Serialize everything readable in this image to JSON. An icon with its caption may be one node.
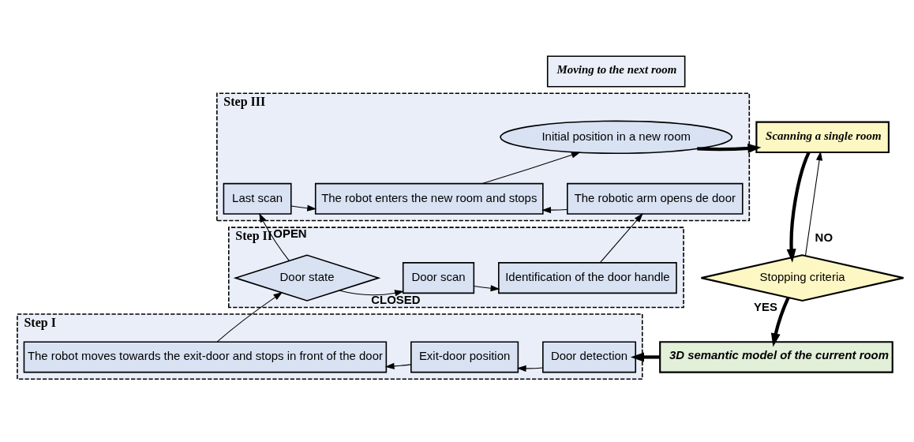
{
  "diagram": {
    "nodes": [
      {
        "text": [
          "Moving to the next room"
        ]
      },
      {
        "text": [
          "Step III"
        ]
      },
      {
        "text": [
          "Initial position in a new room"
        ],
        "in": 1
      },
      {
        "text": [
          "Last scan"
        ],
        "in": 1
      },
      {
        "text": [
          "The robot enters the new room and stops"
        ],
        "in": 1
      },
      {
        "text": [
          "The robotic arm opens de door"
        ],
        "in": 1
      },
      {
        "text": [
          "Step II"
        ]
      },
      {
        "text": [
          "Door state"
        ],
        "in": 6
      },
      {
        "text": [
          "Door scan"
        ],
        "in": 6
      },
      {
        "text": [
          "Identification of the door handle"
        ],
        "in": 6
      },
      {
        "text": [
          "Step I"
        ]
      },
      {
        "text": [
          "The robot moves towards the exit-door and stops in front of the door"
        ],
        "in": 10
      },
      {
        "text": [
          "Exit-door position"
        ],
        "in": 10
      },
      {
        "text": [
          "Door detection"
        ],
        "in": 10
      },
      {
        "text": [
          "Scanning a single room"
        ]
      },
      {
        "text": [
          "Stopping criteria"
        ]
      },
      {
        "text": [
          "3D semantic model of the current room"
        ]
      }
    ],
    "edges": [
      {
        "from": 2,
        "to": 14,
        "arrow": "to",
        "style": "thick"
      },
      {
        "from": 3,
        "to": 4,
        "arrow": "to"
      },
      {
        "from": 5,
        "to": 4,
        "arrow": "to"
      },
      {
        "from": 4,
        "to": 2,
        "arrow": "to"
      },
      {
        "from": 7,
        "to": 3,
        "arrow": "to",
        "label": "OPEN"
      },
      {
        "from": 7,
        "to": 8,
        "arrow": "to",
        "label": "CLOSED"
      },
      {
        "from": 8,
        "to": 9,
        "arrow": "to"
      },
      {
        "from": 9,
        "to": 5,
        "arrow": "to"
      },
      {
        "from": 11,
        "to": 7,
        "arrow": "to"
      },
      {
        "from": 12,
        "to": 11,
        "arrow": "to"
      },
      {
        "from": 13,
        "to": 12,
        "arrow": "to"
      },
      {
        "from": 16,
        "to": 13,
        "arrow": "to",
        "style": "thick"
      },
      {
        "from": 14,
        "to": 15,
        "arrow": "to",
        "style": "thick"
      },
      {
        "from": 15,
        "to": 16,
        "arrow": "to",
        "style": "thick",
        "label": "YES"
      },
      {
        "from": 15,
        "to": 14,
        "arrow": "to",
        "label": "NO"
      }
    ]
  }
}
